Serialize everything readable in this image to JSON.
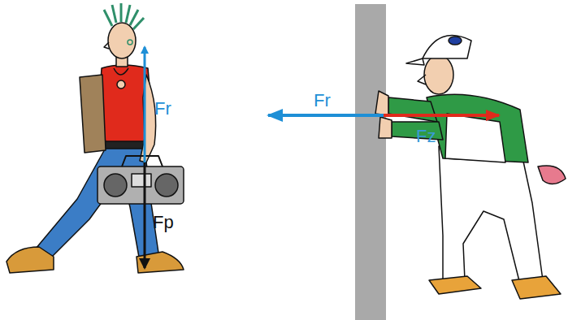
{
  "diagram": {
    "labels": [
      "Fr",
      "Fp",
      "Fr",
      "Fz"
    ]
  }
}
